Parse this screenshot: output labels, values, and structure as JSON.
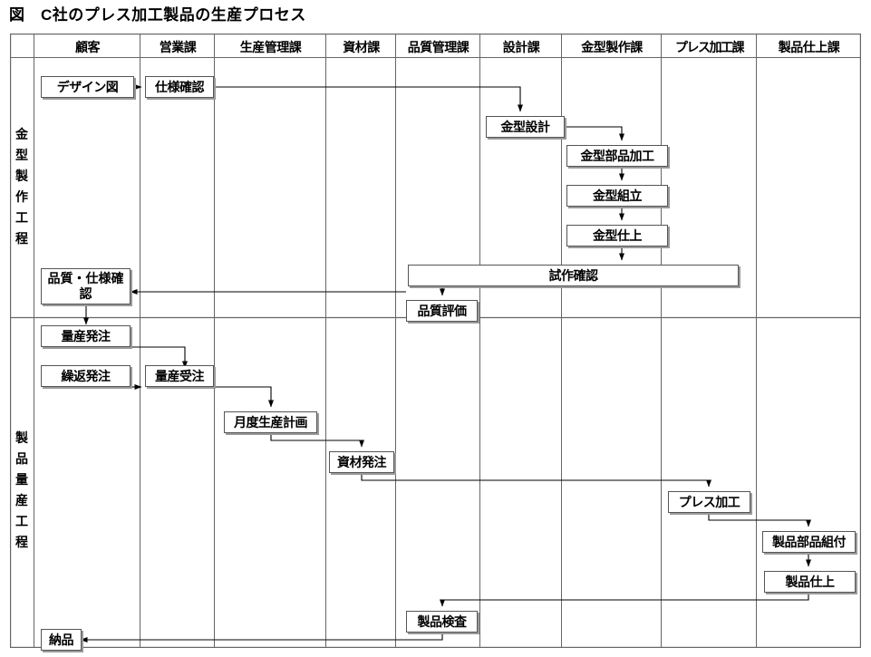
{
  "title": "図　C社のプレス加工製品の生産プロセス",
  "diagram": {
    "type": "swimlane-flowchart",
    "columns": [
      {
        "id": "row-label",
        "label": ""
      },
      {
        "id": "customer",
        "label": "顧客"
      },
      {
        "id": "sales",
        "label": "営業課"
      },
      {
        "id": "production-control",
        "label": "生産管理課"
      },
      {
        "id": "materials",
        "label": "資材課"
      },
      {
        "id": "quality-control",
        "label": "品質管理課"
      },
      {
        "id": "design",
        "label": "設計課"
      },
      {
        "id": "mold-manufacturing",
        "label": "金型製作課"
      },
      {
        "id": "press-working",
        "label": "プレス加工課"
      },
      {
        "id": "product-finishing",
        "label": "製品仕上課"
      }
    ],
    "rows": [
      {
        "id": "mold-making-process",
        "label": "金型製作工程",
        "chars": [
          "金",
          "型",
          "製",
          "作",
          "工",
          "程"
        ]
      },
      {
        "id": "mass-production-process",
        "label": "製品量産工程",
        "chars": [
          "製",
          "品",
          "量",
          "産",
          "工",
          "程"
        ]
      }
    ],
    "nodes": [
      {
        "id": "design-drawing",
        "label": "デザイン図",
        "lane": "customer",
        "row": "mold-making-process"
      },
      {
        "id": "spec-confirmation",
        "label": "仕様確認",
        "lane": "sales",
        "row": "mold-making-process"
      },
      {
        "id": "mold-design",
        "label": "金型設計",
        "lane": "design",
        "row": "mold-making-process"
      },
      {
        "id": "mold-parts-machining",
        "label": "金型部品加工",
        "lane": "mold-manufacturing",
        "row": "mold-making-process"
      },
      {
        "id": "mold-assembly",
        "label": "金型組立",
        "lane": "mold-manufacturing",
        "row": "mold-making-process"
      },
      {
        "id": "mold-finishing",
        "label": "金型仕上",
        "lane": "mold-manufacturing",
        "row": "mold-making-process"
      },
      {
        "id": "trial-confirmation",
        "label": "試作確認",
        "lane": "quality-control..press-working",
        "row": "mold-making-process"
      },
      {
        "id": "quality-evaluation",
        "label": "品質評価",
        "lane": "quality-control",
        "row": "mold-making-process"
      },
      {
        "id": "quality-spec-confirmation",
        "label": "品質・仕様確認",
        "lane": "customer",
        "row": "mold-making-process"
      },
      {
        "id": "mass-production-order",
        "label": "量産発注",
        "lane": "customer",
        "row": "mass-production-process"
      },
      {
        "id": "repeat-order",
        "label": "繰返発注",
        "lane": "customer",
        "row": "mass-production-process"
      },
      {
        "id": "mass-production-receipt",
        "label": "量産受注",
        "lane": "sales",
        "row": "mass-production-process"
      },
      {
        "id": "monthly-production-plan",
        "label": "月度生産計画",
        "lane": "production-control",
        "row": "mass-production-process"
      },
      {
        "id": "material-order",
        "label": "資材発注",
        "lane": "materials",
        "row": "mass-production-process"
      },
      {
        "id": "press-working-step",
        "label": "プレス加工",
        "lane": "press-working",
        "row": "mass-production-process"
      },
      {
        "id": "product-parts-assembly",
        "label": "製品部品組付",
        "lane": "product-finishing",
        "row": "mass-production-process"
      },
      {
        "id": "product-finishing-step",
        "label": "製品仕上",
        "lane": "product-finishing",
        "row": "mass-production-process"
      },
      {
        "id": "product-inspection",
        "label": "製品検査",
        "lane": "quality-control",
        "row": "mass-production-process"
      },
      {
        "id": "delivery",
        "label": "納品",
        "lane": "customer",
        "row": "mass-production-process"
      }
    ],
    "edges": [
      {
        "from": "design-drawing",
        "to": "spec-confirmation"
      },
      {
        "from": "spec-confirmation",
        "to": "mold-design"
      },
      {
        "from": "mold-design",
        "to": "mold-parts-machining"
      },
      {
        "from": "mold-parts-machining",
        "to": "mold-assembly"
      },
      {
        "from": "mold-assembly",
        "to": "mold-finishing"
      },
      {
        "from": "mold-finishing",
        "to": "trial-confirmation"
      },
      {
        "from": "trial-confirmation",
        "to": "quality-evaluation"
      },
      {
        "from": "quality-evaluation",
        "to": "quality-spec-confirmation"
      },
      {
        "from": "quality-spec-confirmation",
        "to": "mass-production-order"
      },
      {
        "from": "mass-production-order",
        "to": "mass-production-receipt"
      },
      {
        "from": "repeat-order",
        "to": "mass-production-receipt"
      },
      {
        "from": "mass-production-receipt",
        "to": "monthly-production-plan"
      },
      {
        "from": "monthly-production-plan",
        "to": "material-order"
      },
      {
        "from": "material-order",
        "to": "press-working-step"
      },
      {
        "from": "press-working-step",
        "to": "product-parts-assembly"
      },
      {
        "from": "product-parts-assembly",
        "to": "product-finishing-step"
      },
      {
        "from": "product-finishing-step",
        "to": "product-inspection"
      },
      {
        "from": "product-inspection",
        "to": "delivery"
      }
    ]
  },
  "colors": {
    "line": "#000000",
    "grid": "#666666",
    "box_border": "#555555",
    "box_shadow": "#9a9a9a",
    "background": "#ffffff"
  }
}
